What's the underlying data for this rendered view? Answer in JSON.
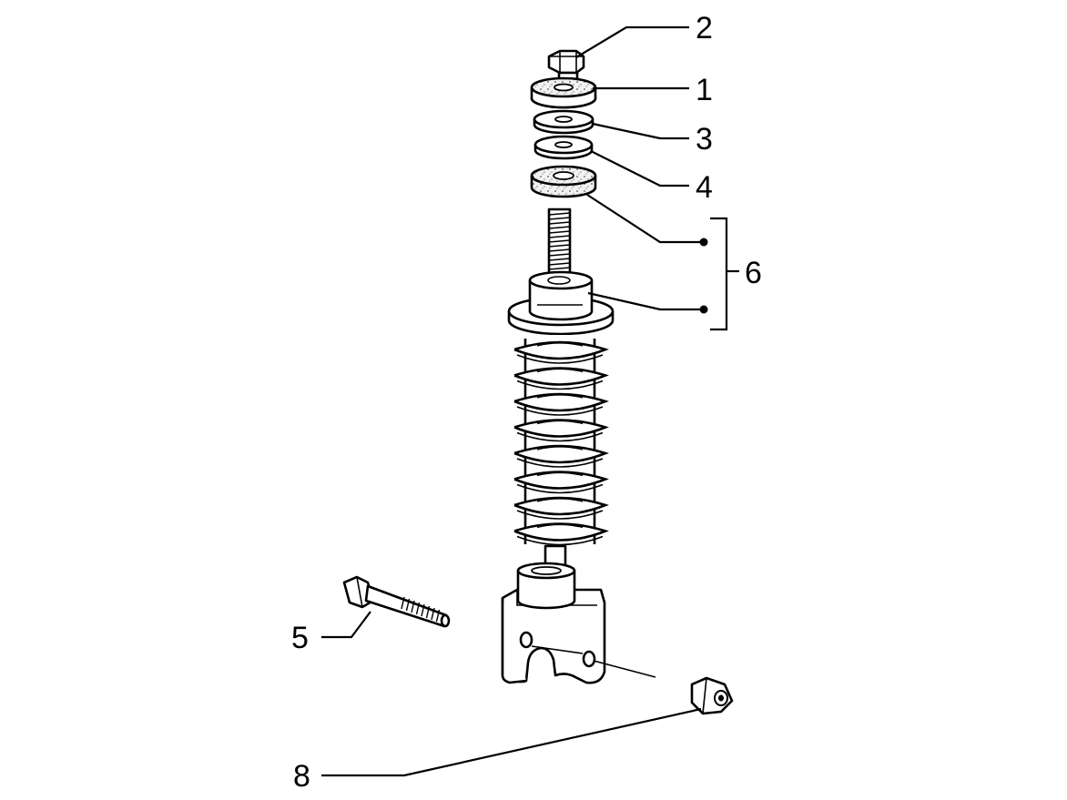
{
  "diagram": {
    "callouts": [
      {
        "id": "c2",
        "label": "2"
      },
      {
        "id": "c1",
        "label": "1"
      },
      {
        "id": "c3",
        "label": "3"
      },
      {
        "id": "c4",
        "label": "4"
      },
      {
        "id": "c6",
        "label": "6"
      },
      {
        "id": "c5",
        "label": "5"
      },
      {
        "id": "c8",
        "label": "8"
      }
    ]
  }
}
